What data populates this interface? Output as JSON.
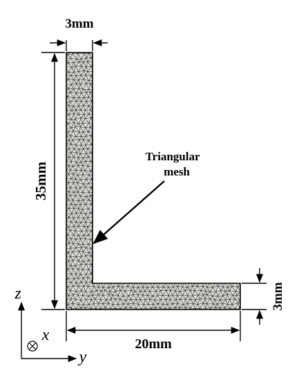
{
  "dimensions": {
    "flange_thickness": "3mm",
    "height": "35mm",
    "width": "20mm",
    "base_thickness": "3mm"
  },
  "annotation": {
    "line1": "Triangular",
    "line2": "mesh"
  },
  "axes": {
    "vertical": "z",
    "into_page": "x",
    "horizontal": "y"
  },
  "colors": {
    "mesh_fill": "#d9ded6",
    "mesh_lines": "#2b2b2b",
    "outline": "#000000"
  }
}
